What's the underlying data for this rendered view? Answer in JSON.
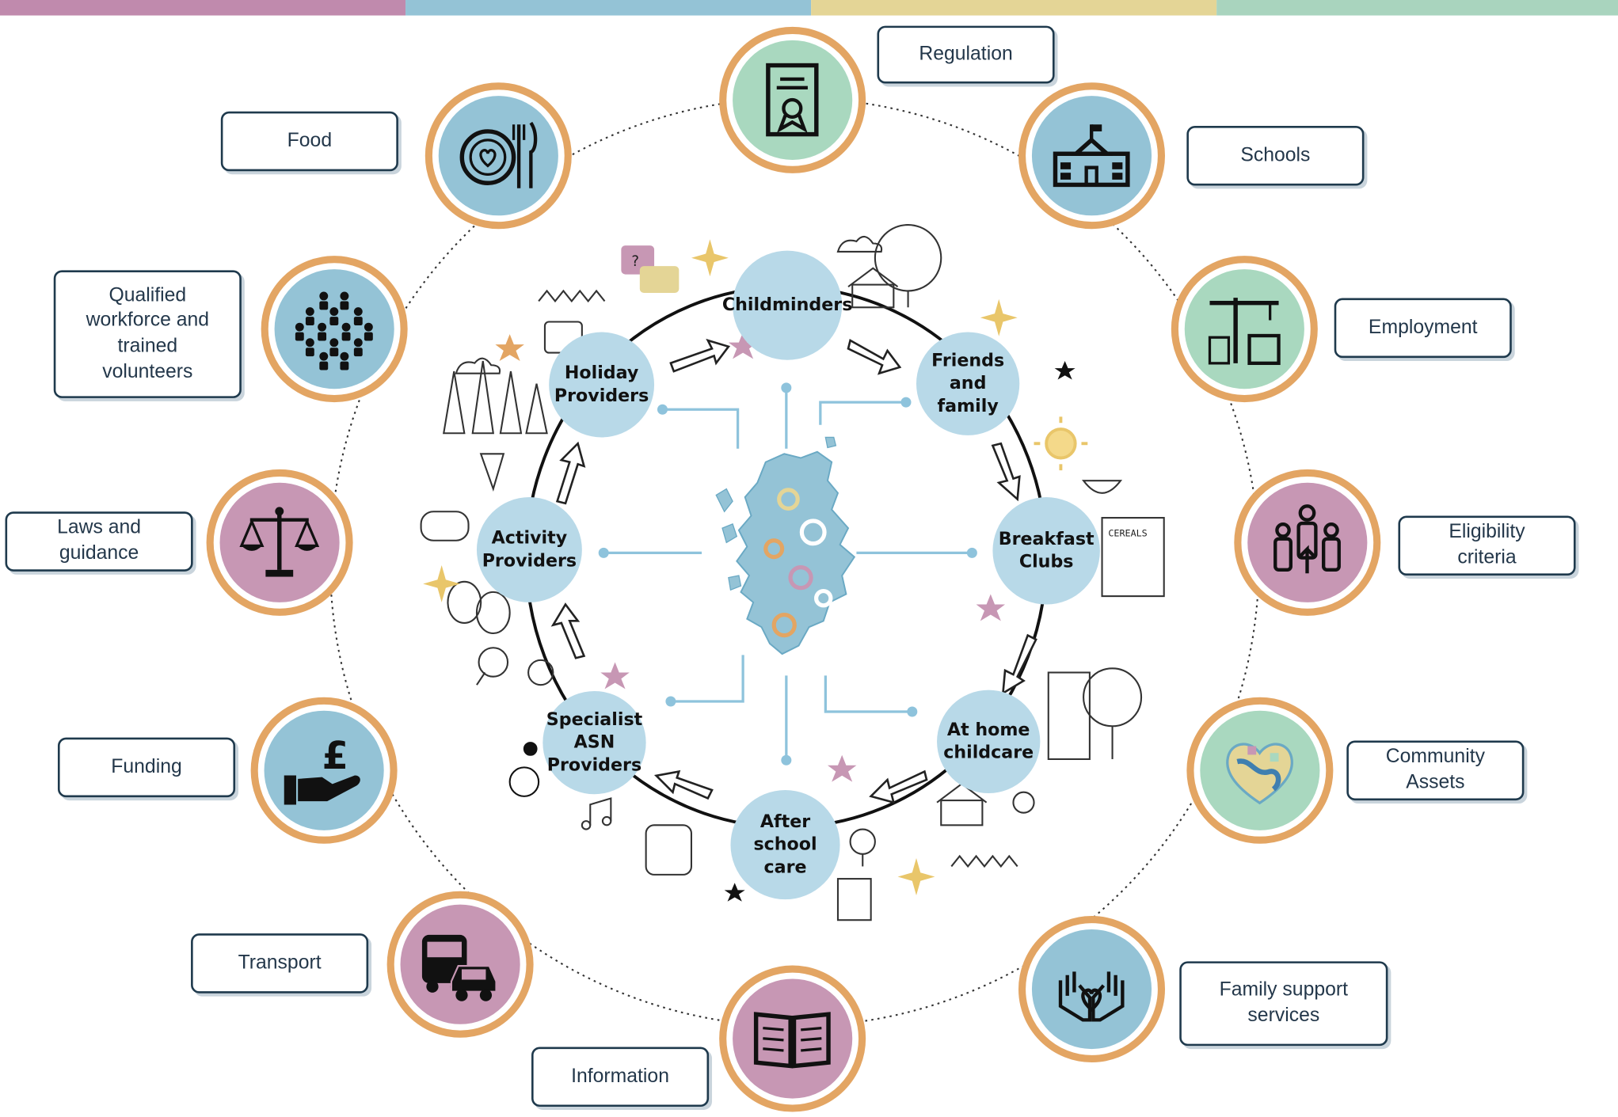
{
  "colors": {
    "bar": [
      "#c08aad",
      "#94c3d6",
      "#e4d596",
      "#a9d4be"
    ],
    "ring": "#e3a563",
    "pink": "#c797b4",
    "blue": "#94c3d6",
    "green": "#a9d8bf",
    "node": "#b8d9e8",
    "connector": "#8ec3dc",
    "box_border": "#1f3a4d"
  },
  "outer_items": [
    {
      "label": "Regulation",
      "icon": "certificate-icon",
      "color": "green"
    },
    {
      "label": "Schools",
      "icon": "school-building-icon",
      "color": "blue"
    },
    {
      "label": "Employment",
      "icon": "construction-crane-icon",
      "color": "green"
    },
    {
      "label": "Eligibility\ncriteria",
      "icon": "people-eligibility-icon",
      "color": "pink"
    },
    {
      "label": "Community\nAssets",
      "icon": "community-map-icon",
      "color": "green"
    },
    {
      "label": "Family support\nservices",
      "icon": "hands-heart-icon",
      "color": "blue"
    },
    {
      "label": "Information",
      "icon": "open-book-icon",
      "color": "pink"
    },
    {
      "label": "Transport",
      "icon": "bus-car-icon",
      "color": "pink"
    },
    {
      "label": "Funding",
      "icon": "hand-pound-icon",
      "color": "blue"
    },
    {
      "label": "Laws and\nguidance",
      "icon": "scales-icon",
      "color": "pink"
    },
    {
      "label": "Qualified\nworkforce and\ntrained\nvolunteers",
      "icon": "crowd-icon",
      "color": "blue"
    },
    {
      "label": "Food",
      "icon": "plate-cutlery-icon",
      "color": "blue"
    }
  ],
  "inner_items": [
    {
      "label": "Childminders"
    },
    {
      "label": "Friends\nand family"
    },
    {
      "label": "Breakfast\nClubs"
    },
    {
      "label": "At home\nchildcare"
    },
    {
      "label": "After\nschool\ncare"
    },
    {
      "label": "Specialist\nASN\nProviders"
    },
    {
      "label": "Activity\nProviders"
    },
    {
      "label": "Holiday\nProviders"
    }
  ],
  "decorations": {
    "cereal_box_text": "CEREALS",
    "speech_bubble_text": "?"
  }
}
